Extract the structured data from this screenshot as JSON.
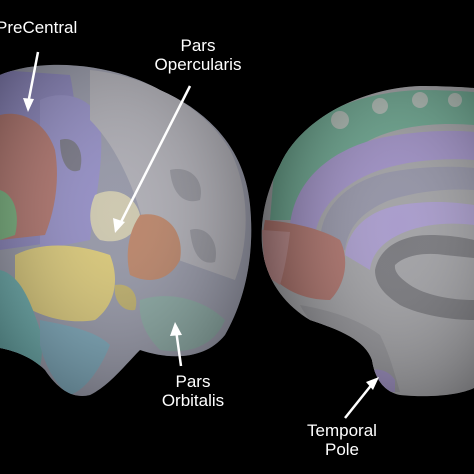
{
  "labels": {
    "precentral": {
      "line1": "PreCentral"
    },
    "pars_opercularis": {
      "line1": "Pars",
      "line2": "Opercularis"
    },
    "pars_orbitalis": {
      "line1": "Pars",
      "line2": "Orbitalis"
    },
    "temporal_pole": {
      "line1": "Temporal",
      "line2": "Pole"
    }
  },
  "colors": {
    "background": "#000000",
    "label_text": "#ffffff",
    "arrow": "#ffffff",
    "cortex_base": "#9a9aa0",
    "sulcus_gray": "#6e6e72",
    "precentral_region": "#8880b8",
    "postcentral_region": "#b06a5c",
    "insula_region": "#d8c46a",
    "temporal_region": "#5fa8a8",
    "frontal_region": "#7e7aa8",
    "medial_green": "#5aa88a",
    "medial_purple": "#9a86c0"
  }
}
